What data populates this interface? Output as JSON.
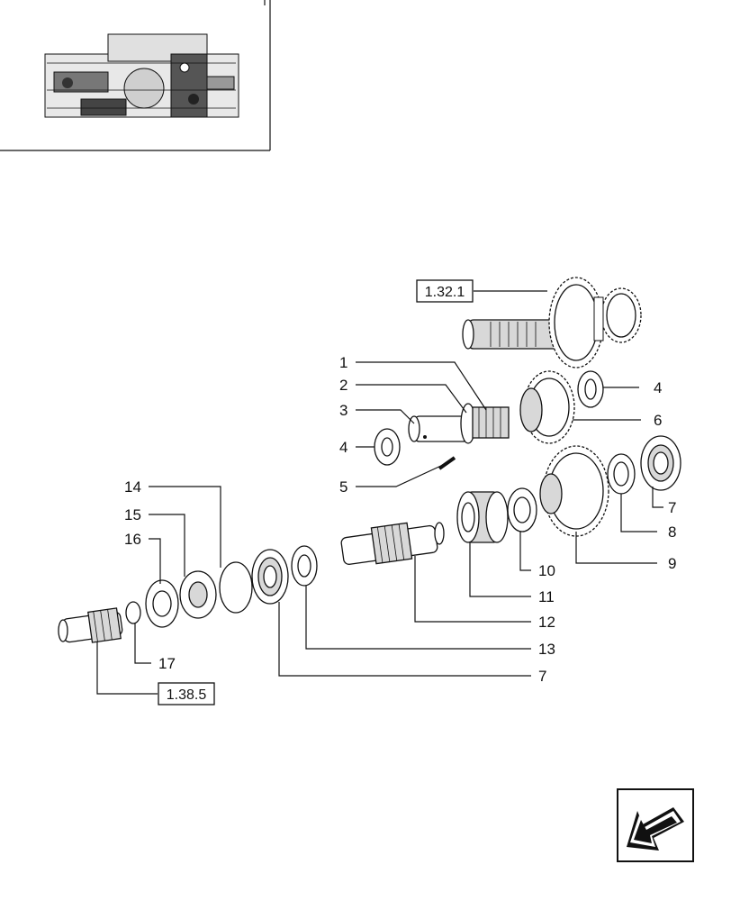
{
  "references": {
    "top": "1.32.1",
    "bottom": "1.38.5"
  },
  "callouts": {
    "c1": "1",
    "c2": "2",
    "c3": "3",
    "c4a": "4",
    "c4b": "4",
    "c5": "5",
    "c6": "6",
    "c7a": "7",
    "c7b": "7",
    "c8": "8",
    "c9": "9",
    "c10": "10",
    "c11": "11",
    "c12": "12",
    "c13": "13",
    "c14": "14",
    "c15": "15",
    "c16": "16",
    "c17": "17"
  },
  "icons": {
    "nav": "back-arrow-icon"
  }
}
